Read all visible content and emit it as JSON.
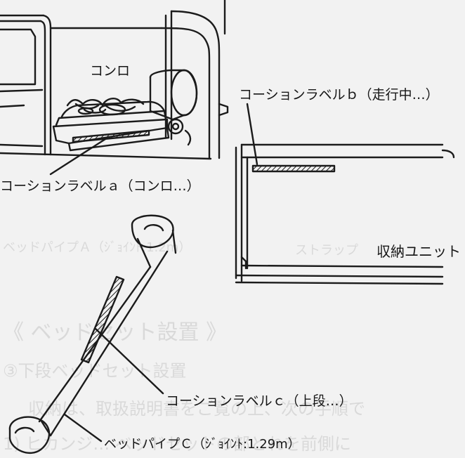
{
  "labels": {
    "konro": "コンロ",
    "caution_a": "コーションラベルａ（コンロ…）",
    "caution_b": "コーションラベルｂ（走行中…）",
    "storage_unit": "収納ユニット",
    "caution_c": "コーションラベルｃ（上段…）",
    "bed_pipe_c": "ベッドパイプＣ（ｼﾞｮｲﾝﾄ:1.29m）"
  },
  "background_faint_text": {
    "bed_pipe_a": "ベッドパイプＡ（ｼﾞｮｲﾝﾄ:1.2m）",
    "strap": "ストラップ",
    "section_heading": "《 ベッドセット設置 》",
    "sub_heading": "③下段ベッドセット設置",
    "body_line_1": "収納は、取扱説明書をご覧の上、次の手順で",
    "body_line_2": "1) ヒカンジ… ベッドセットの部とれを前側に"
  },
  "colors": {
    "line": "#1b1b1b",
    "paper": "#f2f2f2",
    "ghost": "#d9d9d9"
  }
}
